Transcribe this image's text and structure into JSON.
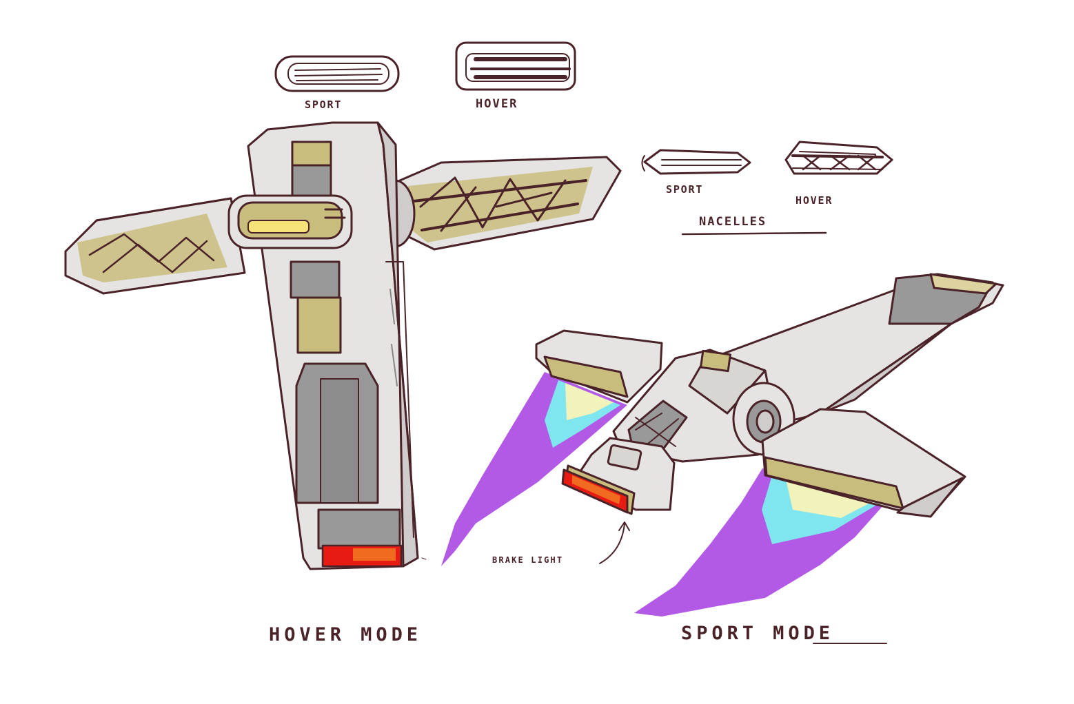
{
  "labels": {
    "pod_sport": "SPORT",
    "pod_hover": "HOVER",
    "nacelle_sport": "SPORT",
    "nacelle_hover": "HOVER",
    "nacelles_title": "NACELLES",
    "hover_mode": "HOVER MODE",
    "sport_mode": "SPORT MODE",
    "brake_light": "BRAKE LIGHT"
  },
  "colors": {
    "ink": "#4a2328",
    "hull": "#e6e4e2",
    "hull_shade": "#cfcccb",
    "panel_gray": "#9a9999",
    "gold": "#c9bd7d",
    "gold_light": "#ddd3a0",
    "brake_red": "#e81b12",
    "brake_orange": "#f06a20",
    "exhaust_purple": "#b25ae6",
    "exhaust_cyan": "#7fe6ef",
    "exhaust_yellow": "#fff3b5"
  }
}
